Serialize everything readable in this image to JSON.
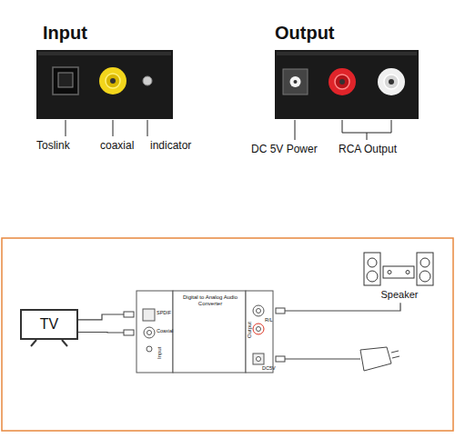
{
  "diagram": {
    "nodes": [
      {
        "text": [
          "TV"
        ]
      },
      {
        "text": [
          "Digital to Analog Audio Converter"
        ]
      },
      {
        "text": [
          "Speaker"
        ]
      }
    ],
    "edges": [
      {
        "from": 0,
        "to": 1,
        "arrow": "none"
      },
      {
        "from": 0,
        "to": 1,
        "arrow": "none"
      },
      {
        "from": 1,
        "to": 2,
        "arrow": "none"
      }
    ],
    "labels": [
      "Input",
      "Toslink",
      "coaxial",
      "indicator",
      "Output",
      "DC 5V Power",
      "RCA Output",
      "SPDIF",
      "Coaxial",
      "Input",
      "Output",
      "R/L",
      "DC5V"
    ]
  }
}
